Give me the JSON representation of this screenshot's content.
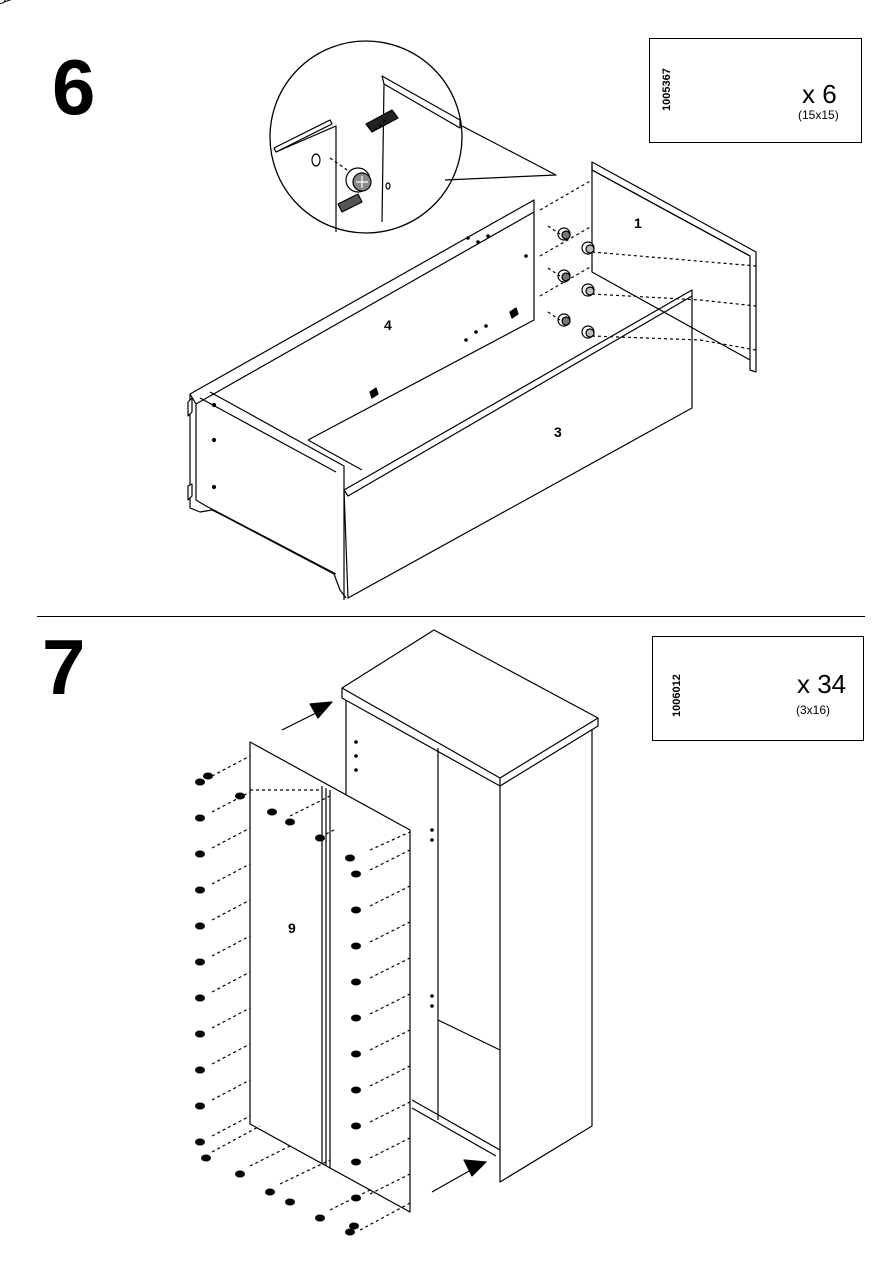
{
  "steps": [
    {
      "number": "6",
      "hardware": {
        "code": "1005367",
        "quantity": "x 6",
        "size": "(15x15)",
        "icon": "cam-lock-icon"
      },
      "part_labels": [
        "1",
        "4",
        "3"
      ]
    },
    {
      "number": "7",
      "hardware": {
        "code": "1006012",
        "quantity": "x  34",
        "size": "(3x16)",
        "icon": "screw-icon"
      },
      "part_labels": [
        "9"
      ]
    }
  ]
}
